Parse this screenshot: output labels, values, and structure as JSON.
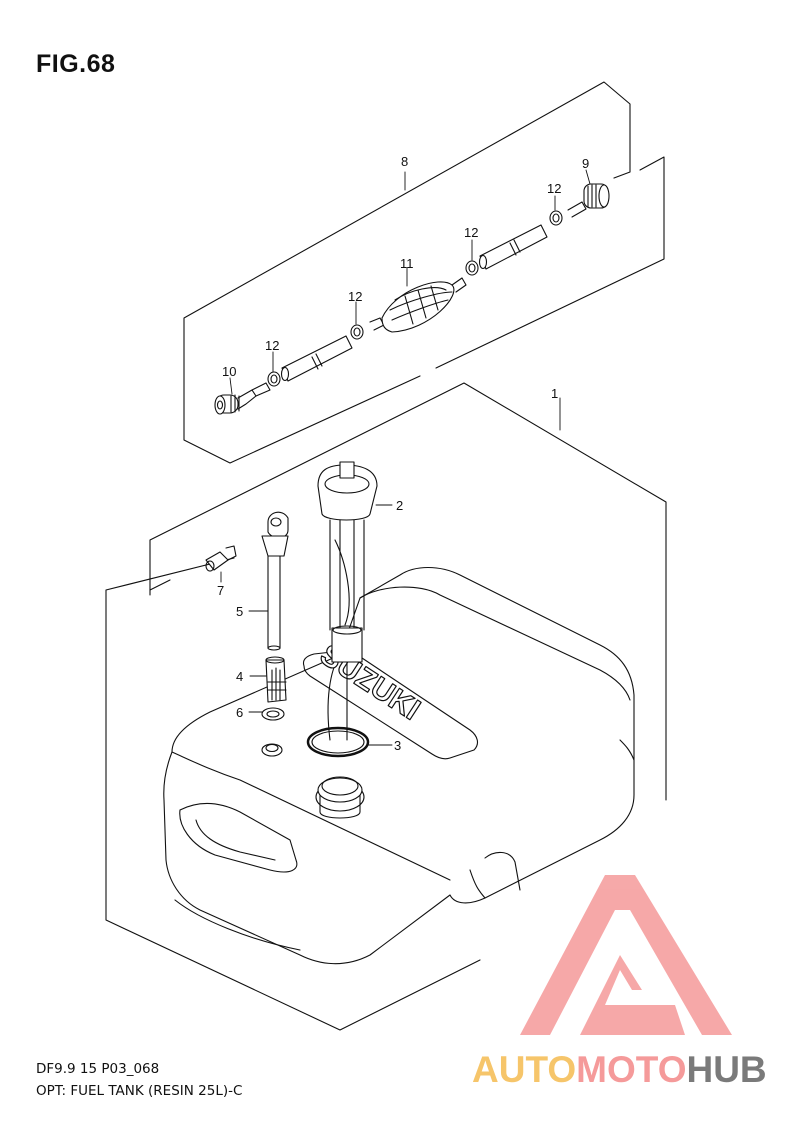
{
  "figure": {
    "title": "FIG.68"
  },
  "callouts": [
    {
      "id": "1",
      "label": "1",
      "part": "fuel tank"
    },
    {
      "id": "2",
      "label": "2",
      "part": "fuel gauge"
    },
    {
      "id": "3",
      "label": "3",
      "part": "o-ring"
    },
    {
      "id": "4",
      "label": "4",
      "part": "filter"
    },
    {
      "id": "5",
      "label": "5",
      "part": "pipe"
    },
    {
      "id": "6",
      "label": "6",
      "part": "gasket"
    },
    {
      "id": "7",
      "label": "7",
      "part": "connector"
    },
    {
      "id": "8",
      "label": "8",
      "part": "fuel hose assembly"
    },
    {
      "id": "9",
      "label": "9",
      "part": "connector"
    },
    {
      "id": "10",
      "label": "10",
      "part": "connector"
    },
    {
      "id": "11",
      "label": "11",
      "part": "primer bulb"
    },
    {
      "id": "12a",
      "label": "12",
      "part": "clamp"
    },
    {
      "id": "12b",
      "label": "12",
      "part": "clamp"
    },
    {
      "id": "12c",
      "label": "12",
      "part": "clamp"
    },
    {
      "id": "12d",
      "label": "12",
      "part": "clamp"
    }
  ],
  "tank_logo": "SUZUKI",
  "footer": {
    "code": "DF9.9 15 P03_068",
    "name": "OPT: FUEL TANK (RESIN 25L)-C"
  },
  "watermark": {
    "part1": "AUTO",
    "part2": "MOTO",
    "part3": "HUB",
    "colors": {
      "auto": "#f6c56a",
      "moto": "#f59a9a",
      "hub": "#7a7a7a",
      "triangle": "#f59a9a"
    }
  }
}
